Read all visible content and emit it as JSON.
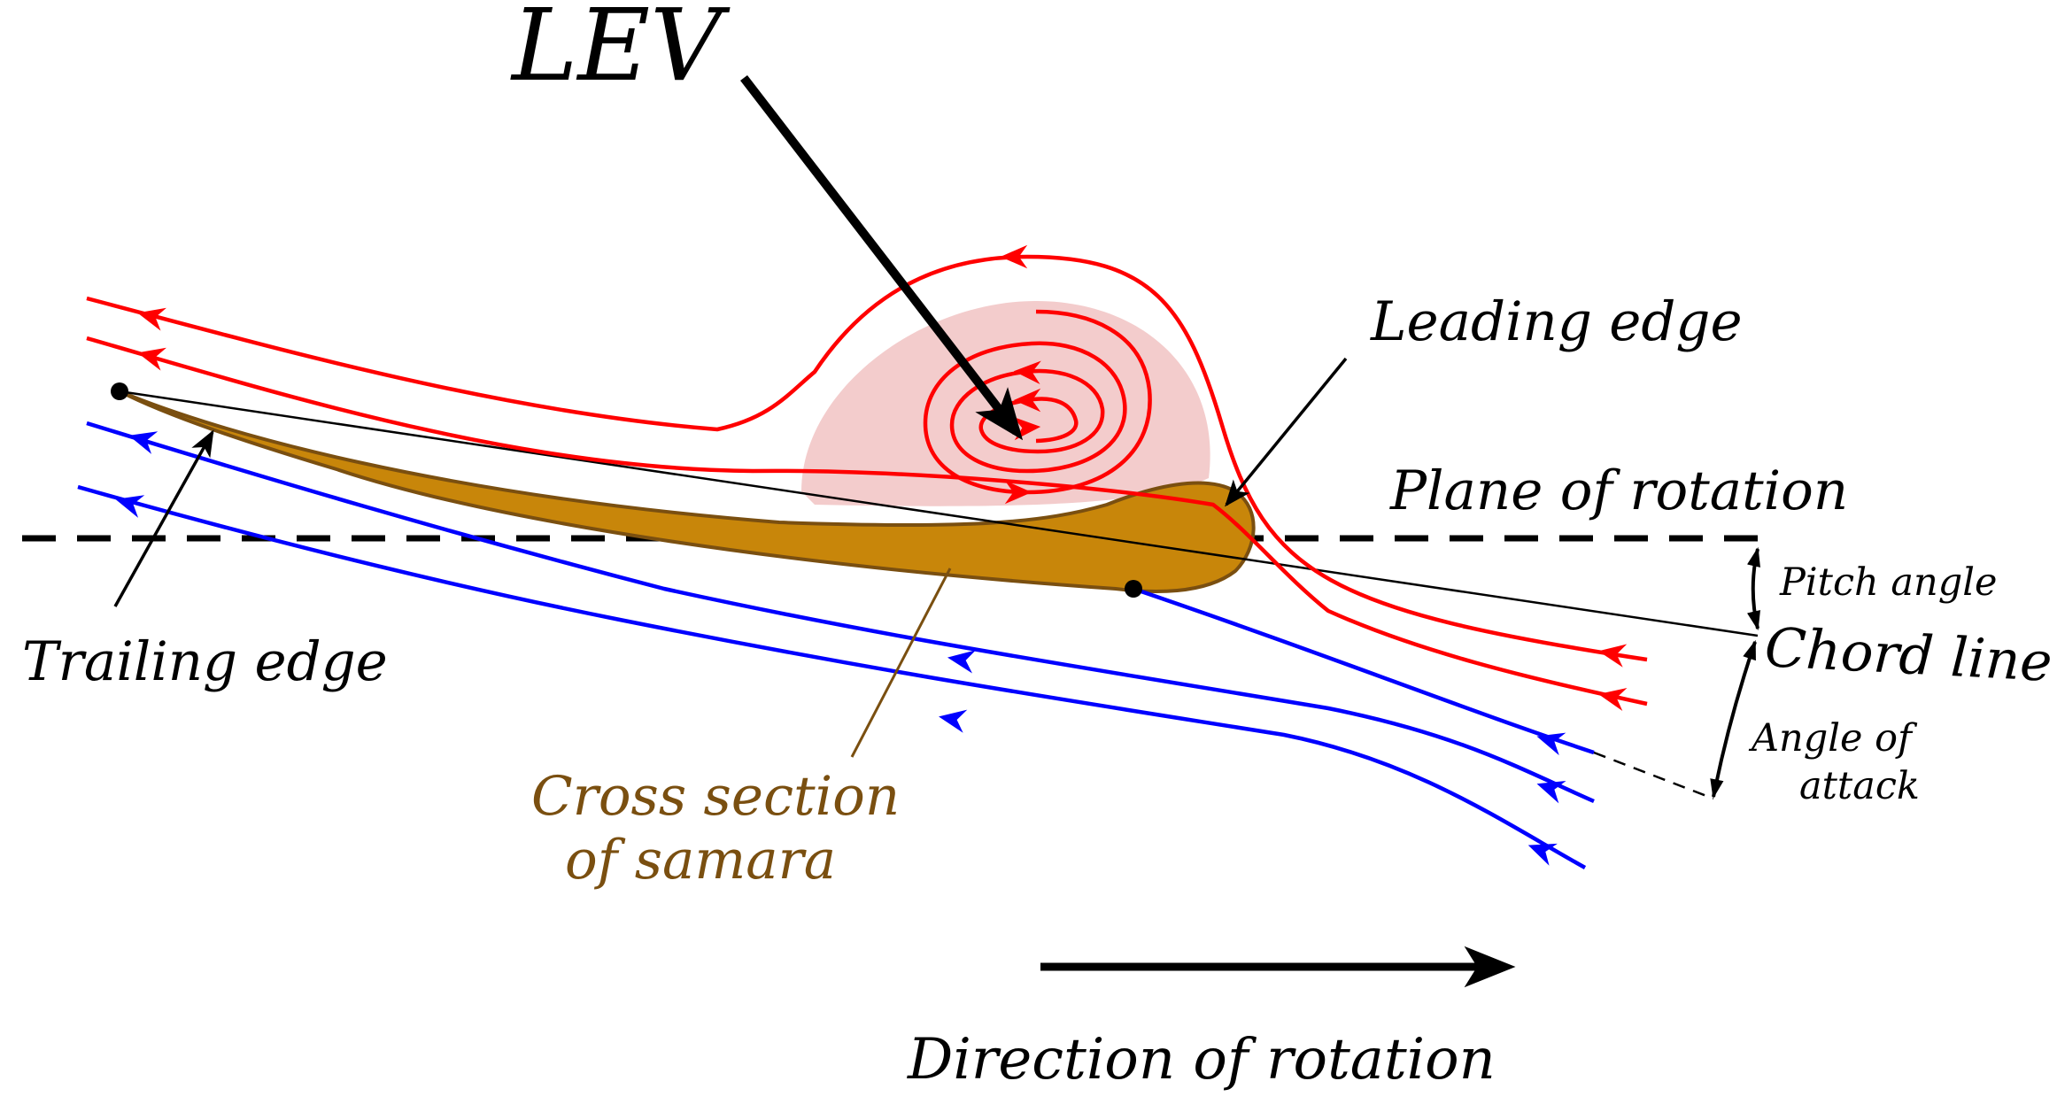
{
  "labels": {
    "lev": "LEV",
    "leading_edge": "Leading edge",
    "plane_of_rotation": "Plane of rotation",
    "pitch_angle": "Pitch angle",
    "chord_line": "Chord line",
    "angle_of_attack_line1": "Angle of",
    "angle_of_attack_line2": "attack",
    "trailing_edge": "Trailing edge",
    "cross_section_line1": "Cross section",
    "cross_section_line2": "of samara",
    "direction_of_rotation": "Direction of rotation"
  },
  "colors": {
    "upper_streamlines": "#ff0000",
    "lower_streamlines": "#0000ff",
    "samara": "#c8860a",
    "samara_outline": "#7a4f10",
    "vortex_region": "#f3cccc",
    "ink": "#000000"
  }
}
